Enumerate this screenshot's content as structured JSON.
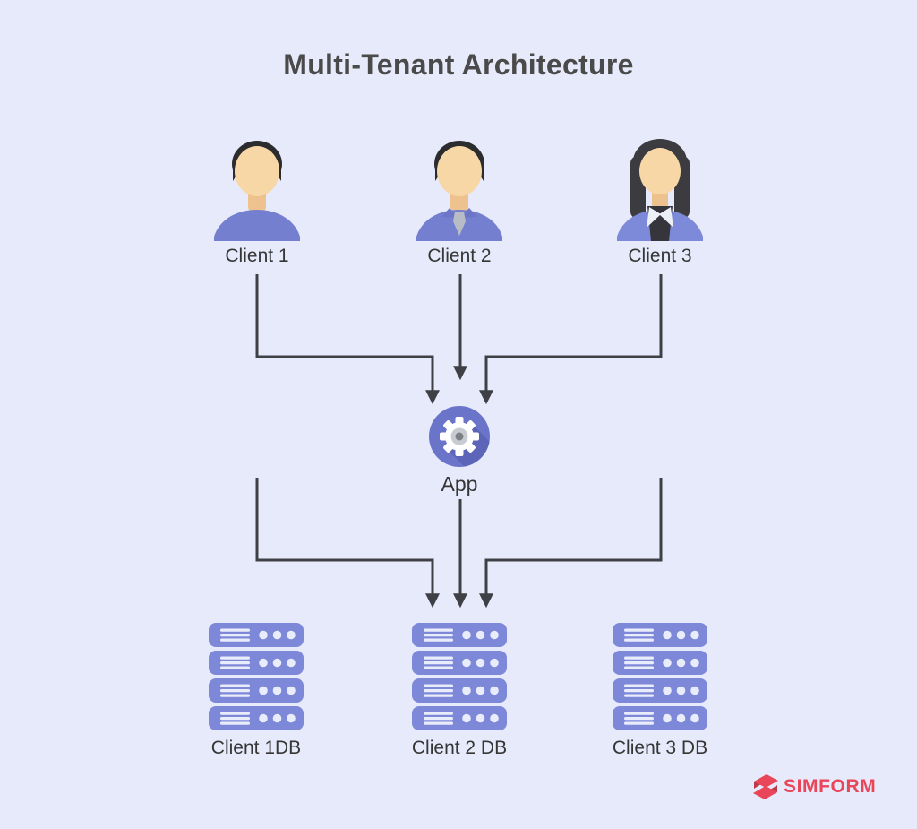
{
  "title": "Multi-Tenant Architecture",
  "clients": [
    {
      "label": "Client 1"
    },
    {
      "label": "Client 2"
    },
    {
      "label": "Client 3"
    }
  ],
  "app": {
    "label": "App"
  },
  "databases": [
    {
      "label": "Client 1DB"
    },
    {
      "label": "Client 2 DB"
    },
    {
      "label": "Client 3 DB"
    }
  ],
  "logo": {
    "text": "SIMFORM"
  },
  "icons": {
    "client_1": "male-avatar-icon",
    "client_2": "male-tie-avatar-icon",
    "client_3": "female-avatar-icon",
    "app": "gear-icon",
    "database": "server-stack-icon",
    "logo": "simform-s-icon"
  },
  "colors": {
    "background": "#e7eafb",
    "arrow": "#3f4046",
    "title_text": "#4a4a4a",
    "label_text": "#363636",
    "node_purple": "#7d88d8",
    "node_detail": "#e9ecfb",
    "app_circle": "#6a74c9",
    "app_shadow": "#5c65b7",
    "logo_red": "#e94659"
  }
}
